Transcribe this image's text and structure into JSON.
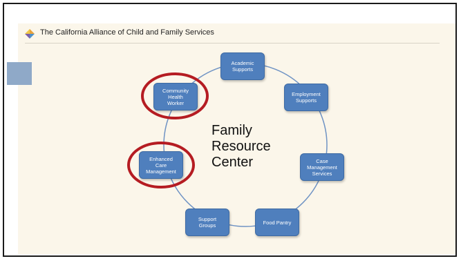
{
  "header": {
    "title": "The California Alliance of Child and Family Services"
  },
  "diagram": {
    "center_label": "Family\nResource\nCenter",
    "nodes": [
      {
        "id": "academic",
        "label": "Academic\nSupports"
      },
      {
        "id": "employment",
        "label": "Employment\nSupports"
      },
      {
        "id": "case",
        "label": "Case\nManagement\nServices"
      },
      {
        "id": "food",
        "label": "Food Pantry"
      },
      {
        "id": "support",
        "label": "Support\nGroups"
      },
      {
        "id": "enhanced",
        "label": "Enhanced\nCare\nManagement",
        "highlighted": true
      },
      {
        "id": "community",
        "label": "Community\nHealth\nWorker",
        "highlighted": true
      }
    ],
    "node_color": "#4f7fbd",
    "highlight_color": "#b51c22",
    "ring_color": "#6f93c4"
  },
  "logo": {
    "icon": "diamond-logo-icon",
    "colors": [
      "#e8a23a",
      "#7b5ea8",
      "#4f8fc9",
      "#f0c84a"
    ]
  }
}
